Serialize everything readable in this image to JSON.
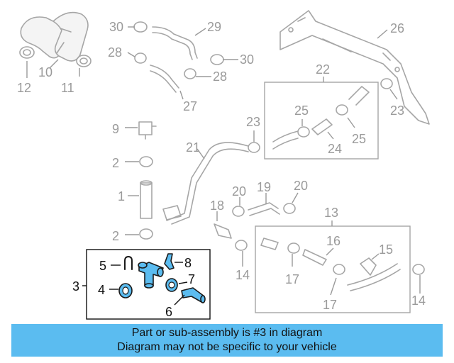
{
  "callouts": {
    "c1": "1",
    "c2a": "2",
    "c2b": "2",
    "c3": "3",
    "c4": "4",
    "c5": "5",
    "c6": "6",
    "c7": "7",
    "c8": "8",
    "c9": "9",
    "c10": "10",
    "c11": "11",
    "c12": "12",
    "c13": "13",
    "c14a": "14",
    "c14b": "14",
    "c15": "15",
    "c16": "16",
    "c17a": "17",
    "c17b": "17",
    "c18": "18",
    "c19": "19",
    "c20a": "20",
    "c20b": "20",
    "c21": "21",
    "c22": "22",
    "c23a": "23",
    "c23b": "23",
    "c24": "24",
    "c25a": "25",
    "c25b": "25",
    "c26": "26",
    "c27": "27",
    "c28a": "28",
    "c28b": "28",
    "c29": "29",
    "c30a": "30",
    "c30b": "30"
  },
  "colors": {
    "highlight": "#5bbcf0",
    "muted_part": "#a6a6a6",
    "callout_text": "#9a9a9a"
  },
  "banner": {
    "line1": "Part or sub-assembly is #3 in diagram",
    "line2": "Diagram may not be specific to your vehicle"
  }
}
